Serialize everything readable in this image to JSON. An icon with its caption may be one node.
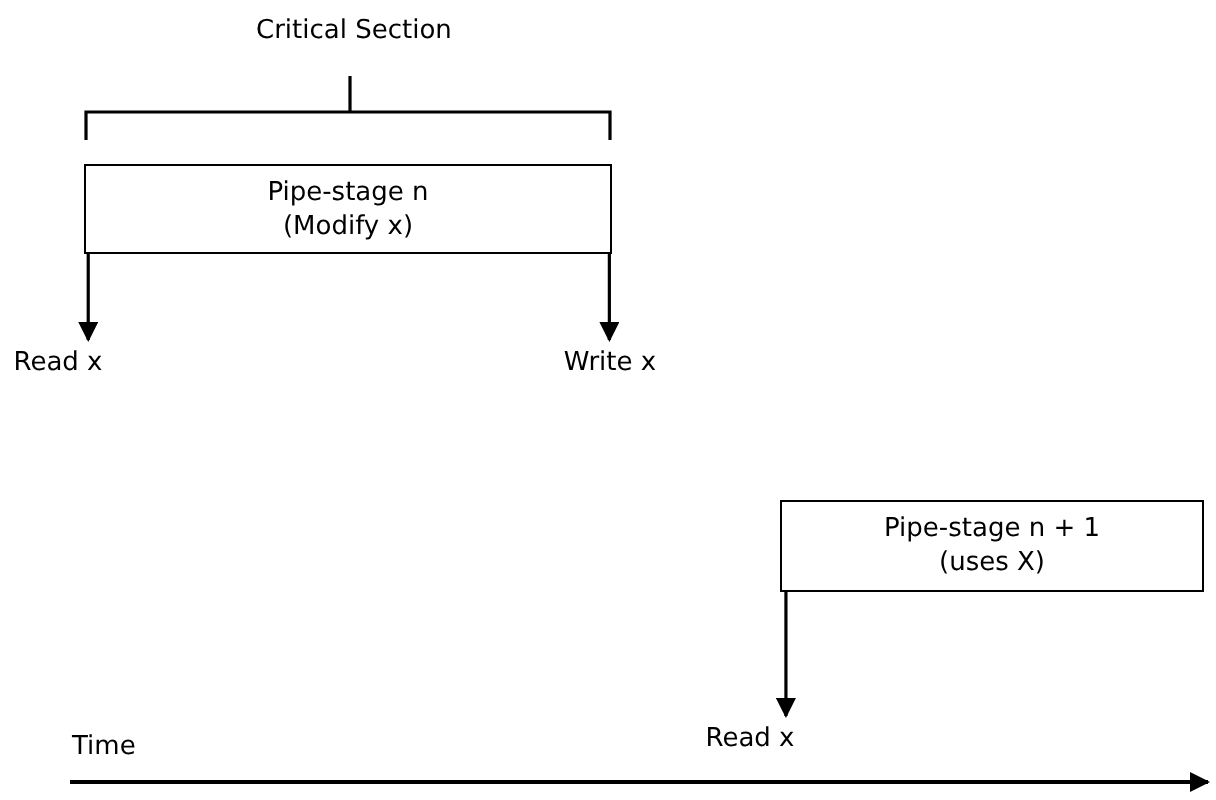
{
  "diagram": {
    "nodes": [
      {
        "text": [
          "Pipe-stage n",
          "(Modify x)"
        ]
      },
      {
        "text": [
          "Read x"
        ]
      },
      {
        "text": [
          "Write x"
        ]
      },
      {
        "text": [
          "Pipe-stage n + 1",
          "(uses X)"
        ]
      },
      {
        "text": [
          "Read x"
        ]
      }
    ],
    "edges": [
      {
        "from": 0,
        "to": 1,
        "arrow": "to"
      },
      {
        "from": 0,
        "to": 2,
        "arrow": "to"
      },
      {
        "from": 3,
        "to": 4,
        "arrow": "to"
      }
    ],
    "labels": [
      "Critical Section",
      "Time"
    ]
  }
}
